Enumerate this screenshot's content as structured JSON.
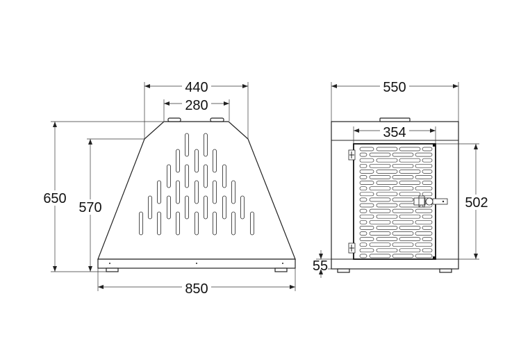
{
  "front_view": {
    "top_width": "440",
    "handle_spacing": "280",
    "total_height": "650",
    "body_height": "570",
    "base_width": "850"
  },
  "side_view": {
    "depth": "550",
    "door_width": "354",
    "door_height": "502",
    "base_height": "55"
  }
}
